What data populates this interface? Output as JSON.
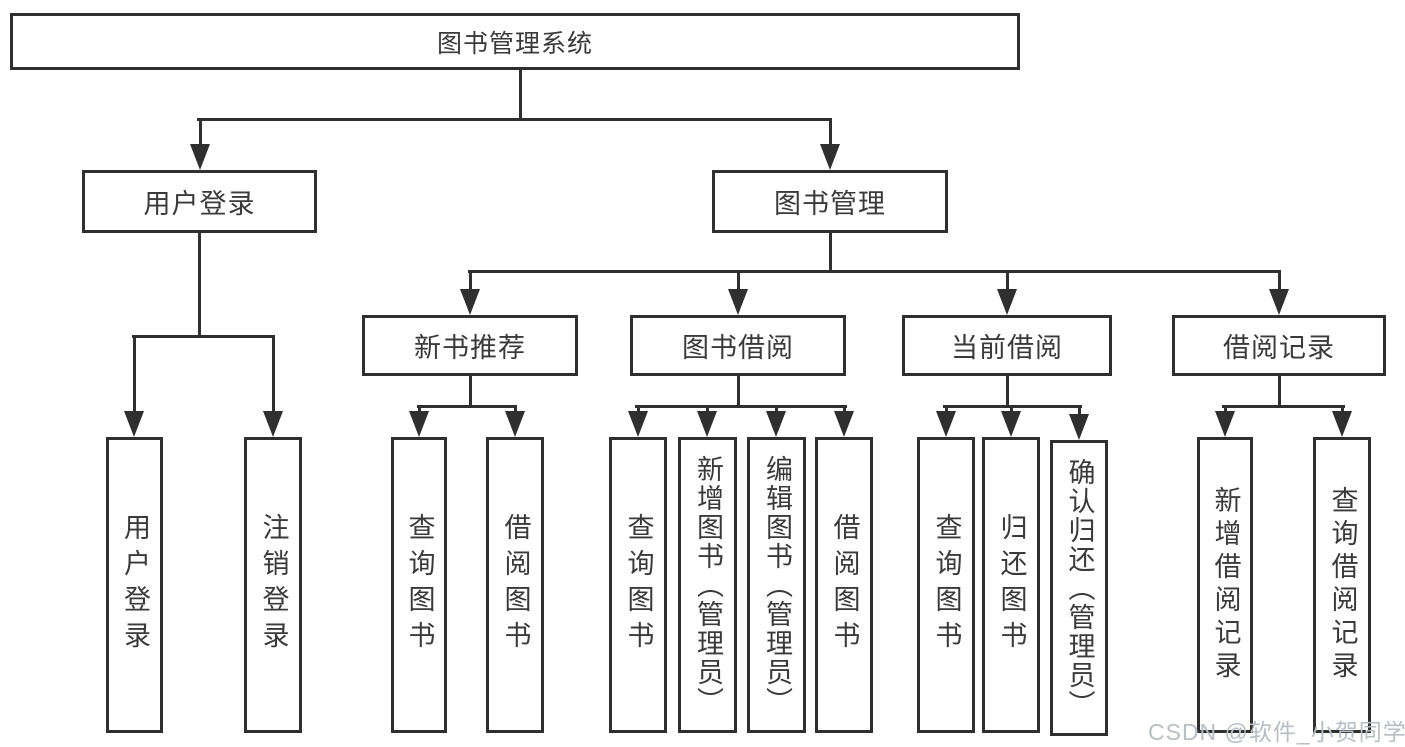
{
  "diagram": {
    "title": "图书管理系统",
    "root": "图书管理系统",
    "branches": [
      {
        "label": "用户登录",
        "children": [
          "用户登录",
          "注销登录"
        ]
      },
      {
        "label": "图书管理",
        "children": [
          {
            "label": "新书推荐",
            "children": [
              "查询图书",
              "借阅图书"
            ]
          },
          {
            "label": "图书借阅",
            "children": [
              "查询图书",
              "新增图书（管理员）",
              "编辑图书（管理员）",
              "借阅图书"
            ]
          },
          {
            "label": "当前借阅",
            "children": [
              "查询图书",
              "归还图书",
              "确认归还（管理员）"
            ]
          },
          {
            "label": "借阅记录",
            "children": [
              "新增借阅记录",
              "查询借阅记录"
            ]
          }
        ]
      }
    ]
  },
  "watermark": {
    "text": "CSDN @软件_小贺同学"
  },
  "colors": {
    "line": "#2f2f2f",
    "text": "#3a3a3a",
    "background": "#ffffff",
    "watermark": "#b9bdc4"
  }
}
